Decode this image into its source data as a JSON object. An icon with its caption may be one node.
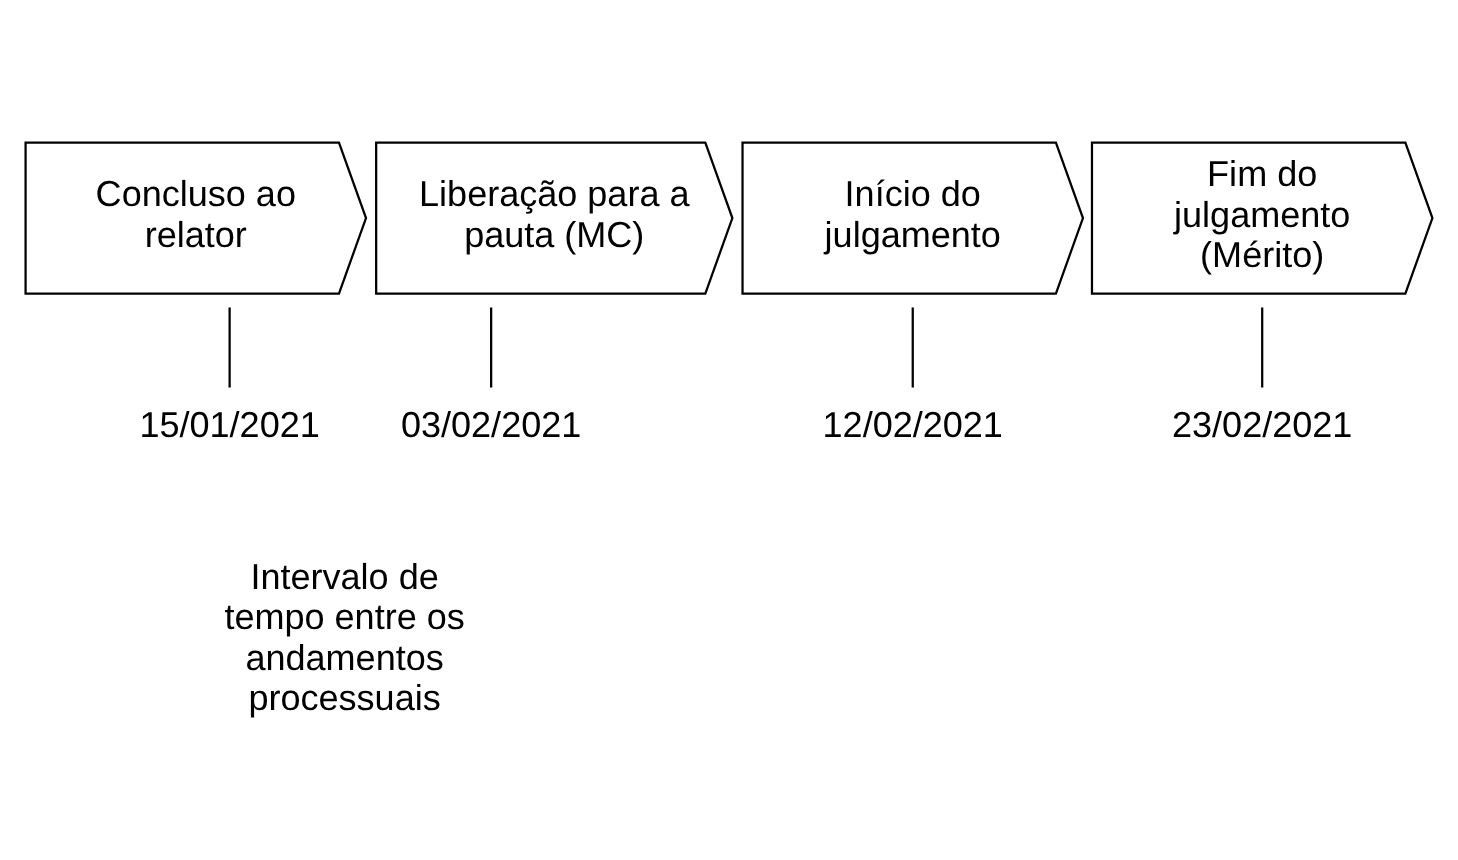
{
  "diagram": {
    "nodes": [
      {
        "text": [
          "Concluso ao relator"
        ]
      },
      {
        "text": [
          "Liberação para a pauta (MC)"
        ]
      },
      {
        "text": [
          "Início do julgamento"
        ]
      },
      {
        "text": [
          "Fim do julgamento (Mérito)"
        ]
      },
      {
        "text": [
          "15/01/2021"
        ]
      },
      {
        "text": [
          "03/02/2021"
        ]
      },
      {
        "text": [
          "12/02/2021"
        ]
      },
      {
        "text": [
          "23/02/2021"
        ]
      }
    ],
    "edges": [
      {
        "from": 0,
        "to": 4,
        "arrow": "none"
      },
      {
        "from": 1,
        "to": 5,
        "arrow": "none"
      },
      {
        "from": 2,
        "to": 6,
        "arrow": "none"
      },
      {
        "from": 3,
        "to": 7,
        "arrow": "none"
      }
    ],
    "labels": [
      "Intervalo de tempo entre os andamentos processuais"
    ]
  }
}
